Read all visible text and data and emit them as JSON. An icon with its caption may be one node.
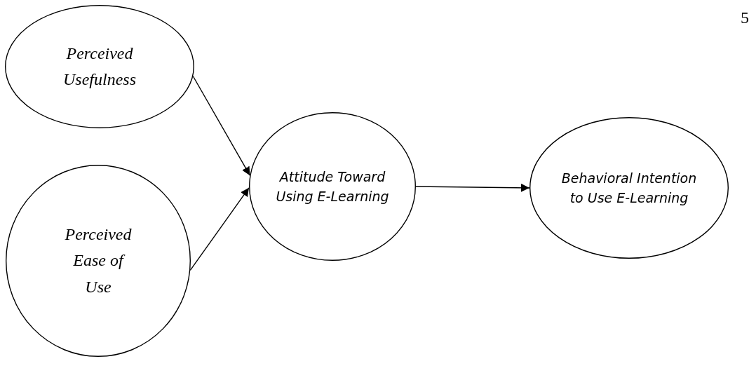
{
  "diagram": {
    "nodes": [
      {
        "text": [
          "Perceived Usefulness"
        ]
      },
      {
        "text": [
          "Perceived Ease of Use"
        ]
      },
      {
        "text": [
          "Attitude Toward Using E-Learning"
        ]
      },
      {
        "text": [
          "Behavioral Intention to Use E-Learning"
        ]
      }
    ],
    "edges": [
      {
        "from": 0,
        "to": 2,
        "arrow": "to"
      },
      {
        "from": 1,
        "to": 2,
        "arrow": "to"
      },
      {
        "from": 2,
        "to": 3,
        "arrow": "to"
      }
    ],
    "labels": [
      "5"
    ]
  }
}
